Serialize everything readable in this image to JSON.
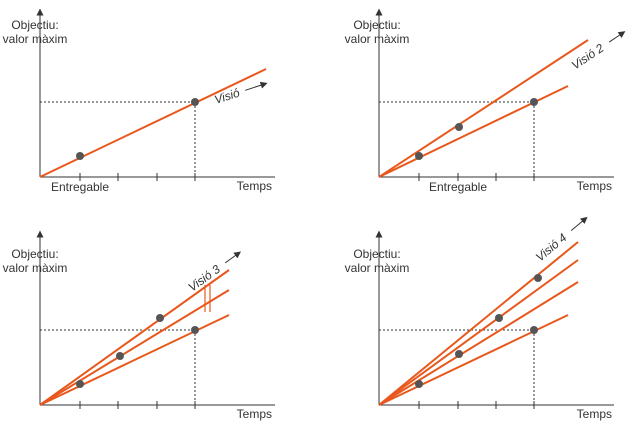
{
  "colors": {
    "line": "#e8581c",
    "axis": "#333333",
    "dot": "#555555",
    "dotted": "#333333"
  },
  "panels": [
    {
      "y_label": [
        "Objectiu:",
        "valor màxim"
      ],
      "x_label": "Temps",
      "tick_label": "Entregable",
      "vision_label": "Visió",
      "line_count": 1
    },
    {
      "y_label": [
        "Objectiu:",
        "valor màxim"
      ],
      "x_label": "Temps",
      "tick_label": "Entregable",
      "vision_label": "Visió 2",
      "line_count": 2
    },
    {
      "y_label": [
        "Objectiu:",
        "valor màxim"
      ],
      "x_label": "Temps",
      "tick_label": "",
      "vision_label": "Visió 3",
      "line_count": 3
    },
    {
      "y_label": [
        "Objectiu:",
        "valor màxim"
      ],
      "x_label": "Temps",
      "tick_label": "",
      "vision_label": "Visió 4",
      "line_count": 4
    }
  ]
}
